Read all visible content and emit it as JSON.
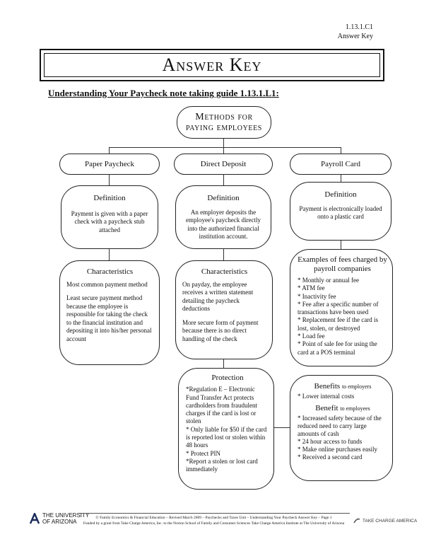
{
  "header": {
    "code": "1.13.1.C1",
    "label": "Answer Key"
  },
  "title": "Answer Key",
  "subheading": "Understanding Your Paycheck note taking guide 1.13.1.L1:",
  "root": {
    "line1": "Methods for",
    "line2": "paying employees"
  },
  "columns": {
    "paper": {
      "heading": "Paper Paycheck",
      "definition_title": "Definition",
      "definition": "Payment is given with a paper check with a paycheck stub attached",
      "characteristics_title": "Characteristics",
      "characteristics": [
        "Most common payment method",
        "Least secure payment method because the employee is responsible for taking the check to the financial institution and depositing it into his/her personal account"
      ]
    },
    "direct": {
      "heading": "Direct Deposit",
      "definition_title": "Definition",
      "definition": "An employer deposits the employee's paycheck directly into the authorized financial institution account.",
      "characteristics_title": "Characteristics",
      "characteristics": [
        "On payday, the employee receives a written statement detailing the paycheck deductions",
        "More secure form of payment because there is no direct handling of the check"
      ],
      "protection_title": "Protection",
      "protection": [
        "*Regulation E – Electronic Fund Transfer Act protects cardholders from fraudulent charges if the card is lost or stolen",
        "* Only liable for $50 if the card is reported lost or stolen within 48 hours",
        "* Protect PIN",
        "*Report a stolen or lost card immediately"
      ]
    },
    "payroll": {
      "heading": "Payroll Card",
      "definition_title": "Definition",
      "definition": "Payment is electronically loaded onto a plastic card",
      "fees_title": "Examples of fees charged by payroll companies",
      "fees": [
        "* Monthly or annual fee",
        "* ATM fee",
        "* Inactivity fee",
        "* Fee after a specific number of transactions have been used",
        "* Replacement fee if the card is lost, stolen, or destroyed",
        "* Load fee",
        "* Point of sale fee for using the card at a POS terminal"
      ],
      "benefits_employers_title": "Benefits",
      "benefits_employers_suffix": "to employers",
      "benefits_employers": [
        "* Lower internal costs"
      ],
      "benefit_employees_title": "Benefit",
      "benefit_employees_suffix": "to employees",
      "benefit_employees": [
        "* Increased safety because of the reduced need to carry large amounts of cash",
        "* 24 hour access to funds",
        "* Make online purchases easily",
        "* Received a second card"
      ]
    }
  },
  "footer": {
    "line1": "© Family Economics & Financial Education – Revised March 2009 – Paychecks and Taxes Unit – Understanding Your Paycheck Answer Key – Page 1",
    "line2": "Funded by a grant from Take Charge America, Inc. to the Norton School of Family and Consumer Sciences Take Charge America Institute at The University of Arizona",
    "ua_logo_line1": "THE UNIVERSITY",
    "ua_logo_line2": "OF ARIZONA",
    "tca_logo": "TAKE CHARGE AMERICA"
  }
}
